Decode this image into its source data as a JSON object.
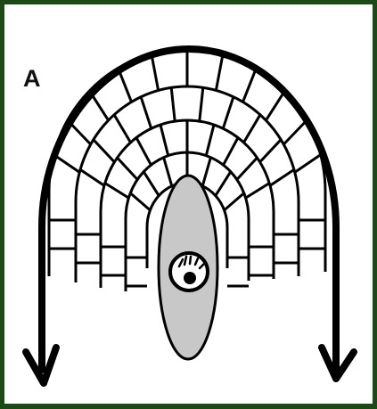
{
  "figure": {
    "panel_label": "A",
    "colors": {
      "frame": "#1c4a14",
      "background": "#ffffff",
      "stroke": "#000000",
      "cell_fill": "#ffffff",
      "nucleus_region_fill": "#c8c8c8"
    },
    "elements": [
      "outer-arrow-arc",
      "arrow-head-left",
      "arrow-head-right",
      "cell-layer-arches",
      "central-elongated-body",
      "central-circle-icon"
    ]
  }
}
